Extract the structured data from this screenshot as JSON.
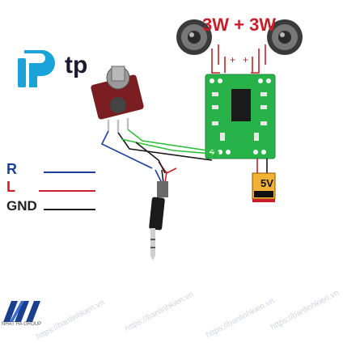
{
  "labels": {
    "power": "3W + 3W",
    "r": "R",
    "l": "L",
    "gnd": "GND",
    "battery": "5V",
    "brand_text": "tp",
    "company": "NHAT HA GROUP"
  },
  "watermark": {
    "text": "https://banlinhkien.vn"
  },
  "colors": {
    "red": "#c8202a",
    "blue": "#1d3f9a",
    "green": "#2fbf3a",
    "black": "#1a1a1a",
    "pcb": "#27b34a",
    "brand_blue": "#1aa3d8"
  }
}
